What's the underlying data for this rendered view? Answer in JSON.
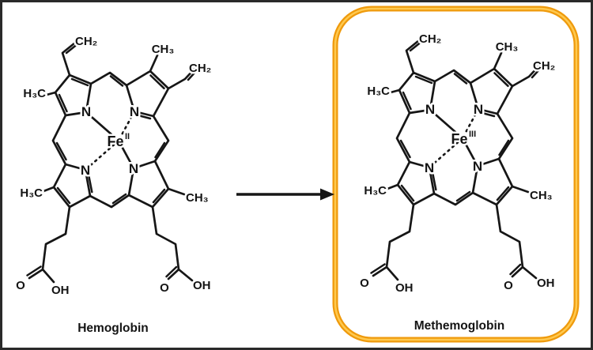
{
  "figure": {
    "type": "chemical-structure-diagram",
    "description_left_to_right": "oxidation of heme iron",
    "frame_border_color": "#2a2a2a",
    "background_color": "#ffffff"
  },
  "molecules": {
    "left": {
      "name": "Hemoglobin",
      "fe_symbol": "Fe",
      "fe_oxidation": "II"
    },
    "right": {
      "name": "Methemoglobin",
      "fe_symbol": "Fe",
      "fe_oxidation": "III"
    }
  },
  "atom_labels": {
    "nitrogen": "N",
    "vinyl_ch2": "CH₂",
    "methyl_ch3": "CH₃",
    "methyl_h3c": "H₃C",
    "oxygen": "O",
    "hydroxyl": "OH"
  },
  "highlight": {
    "shape": "rounded-rectangle",
    "outer_color": "#EF9A0C",
    "inner_color": "#FFC94F",
    "encloses": "Methemoglobin"
  },
  "arrow": {
    "direction": "right",
    "color": "#161616"
  }
}
